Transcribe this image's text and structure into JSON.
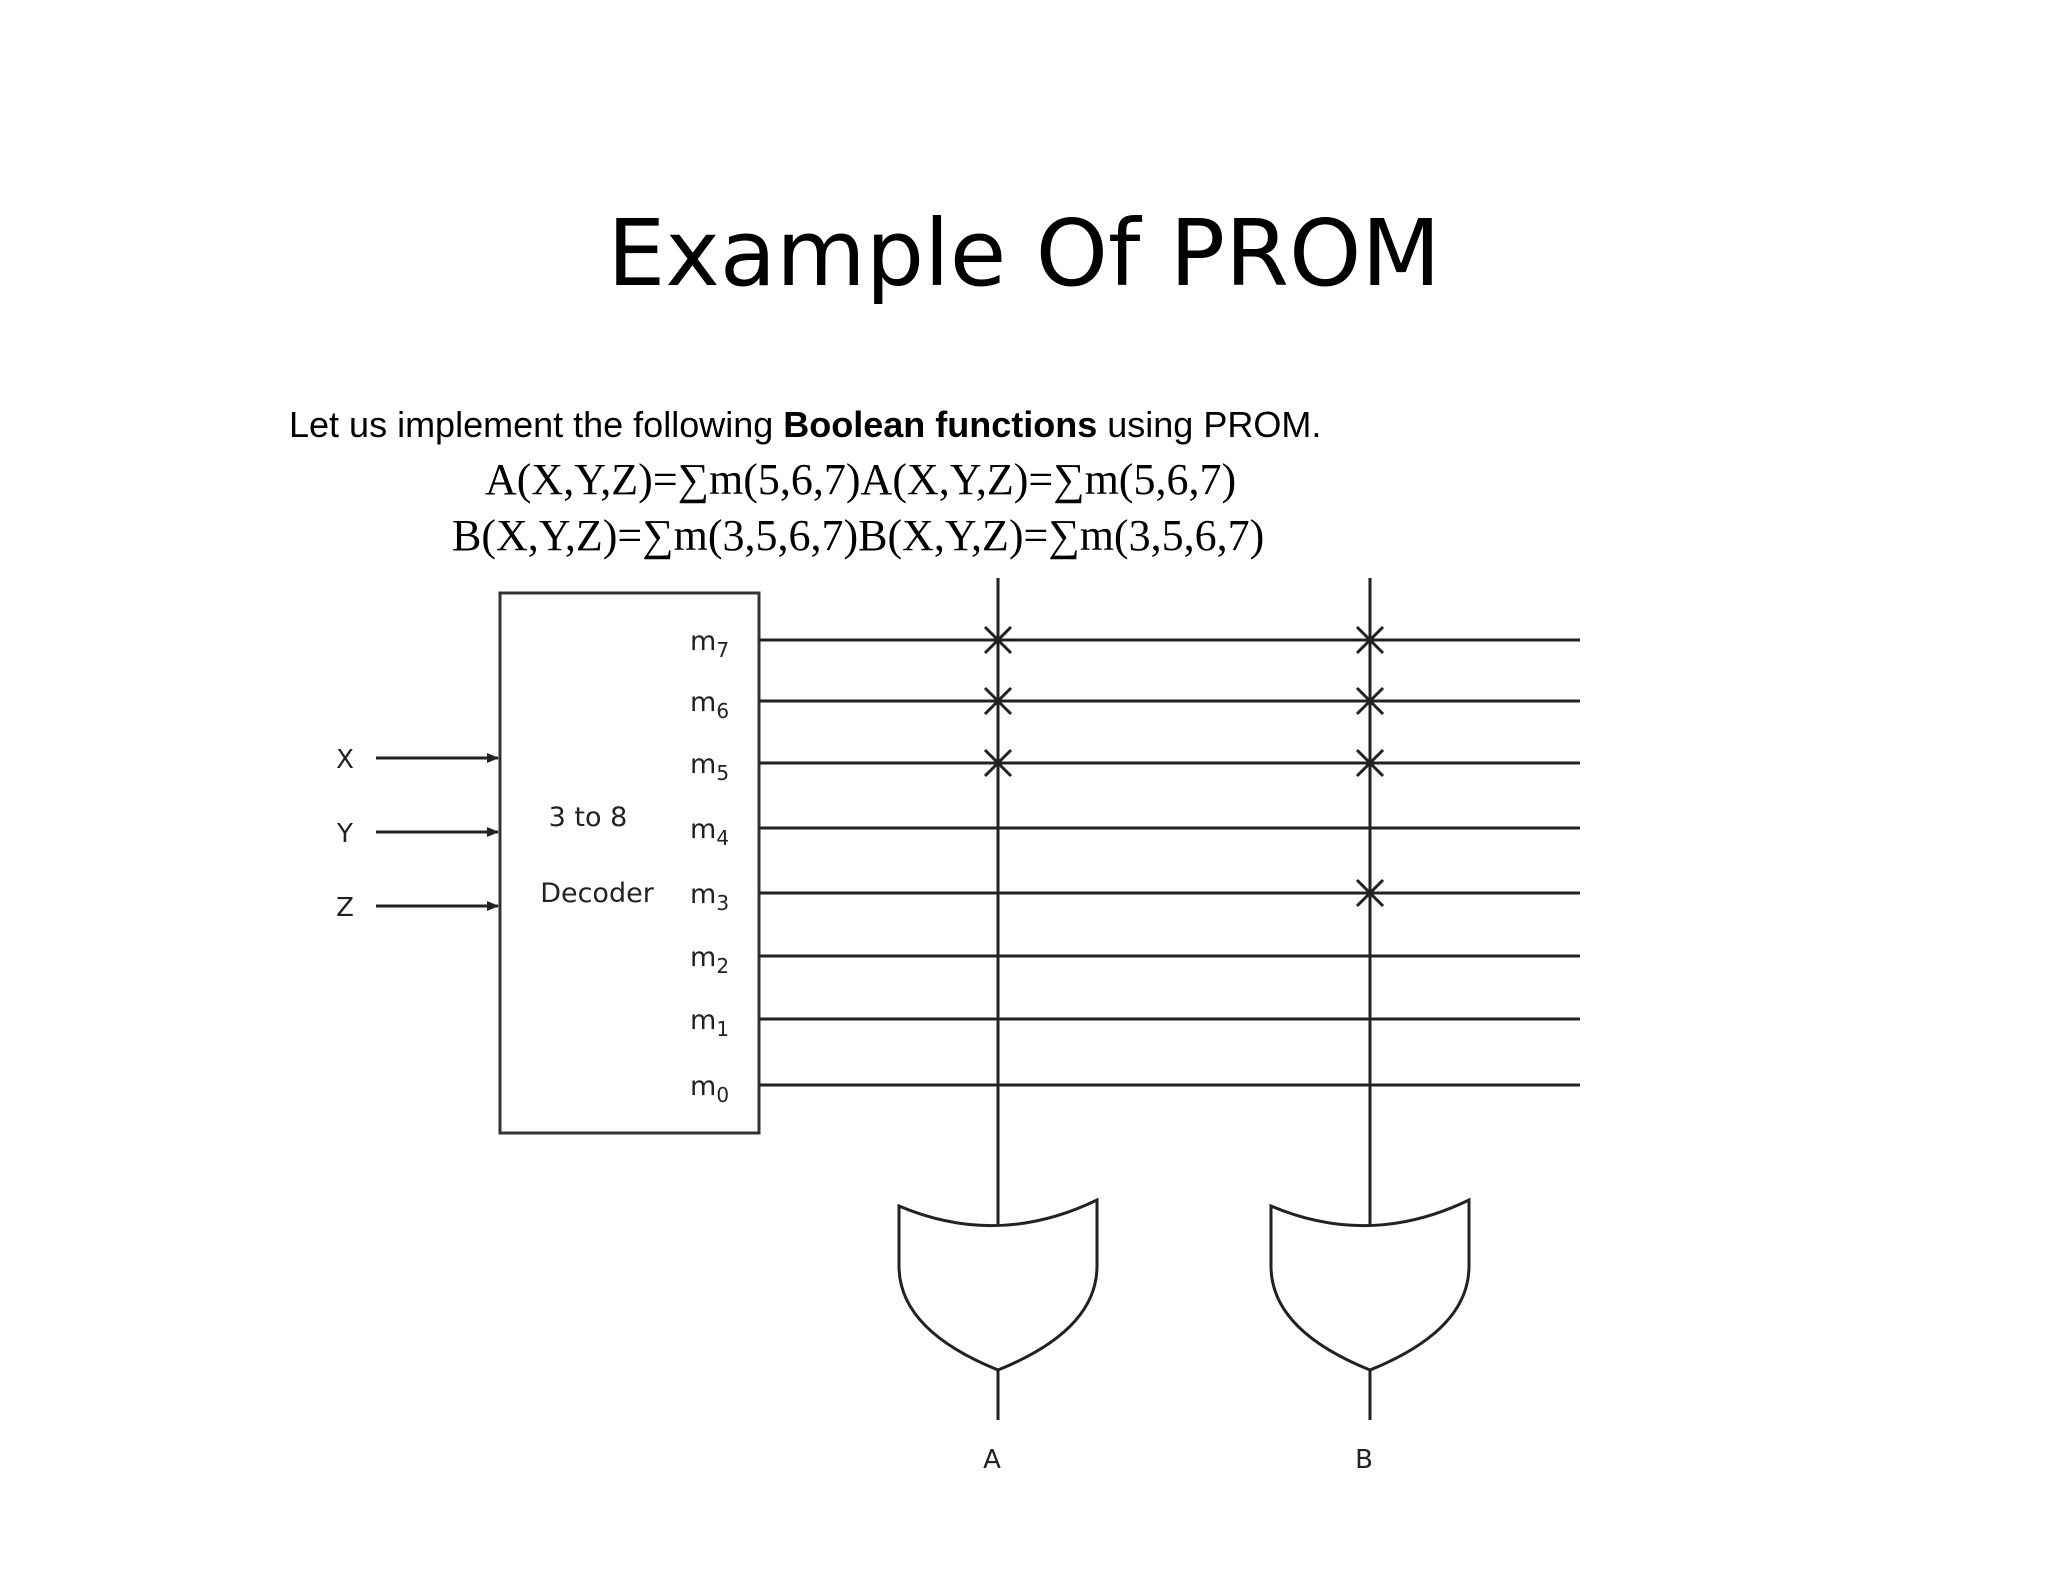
{
  "slide": {
    "title": "Example Of PROM",
    "intro": {
      "before": "Let us implement the following ",
      "bold": "Boolean functions",
      "after": " using PROM."
    },
    "equations": [
      "A(X,Y,Z)=∑m(5,6,7)A(X,Y,Z)=∑m(5,6,7)",
      "B(X,Y,Z)=∑m(3,5,6,7)B(X,Y,Z)=∑m(3,5,6,7)"
    ]
  },
  "diagram": {
    "decoder": {
      "line1": "3 to 8",
      "line2": "Decoder"
    },
    "inputs": [
      "X",
      "Y",
      "Z"
    ],
    "minterm_prefix": "m",
    "minterms": [
      "7",
      "6",
      "5",
      "4",
      "3",
      "2",
      "1",
      "0"
    ],
    "outputs": [
      {
        "label": "A",
        "connected_minterms": [
          5,
          6,
          7
        ]
      },
      {
        "label": "B",
        "connected_minterms": [
          3,
          5,
          6,
          7
        ]
      }
    ]
  }
}
